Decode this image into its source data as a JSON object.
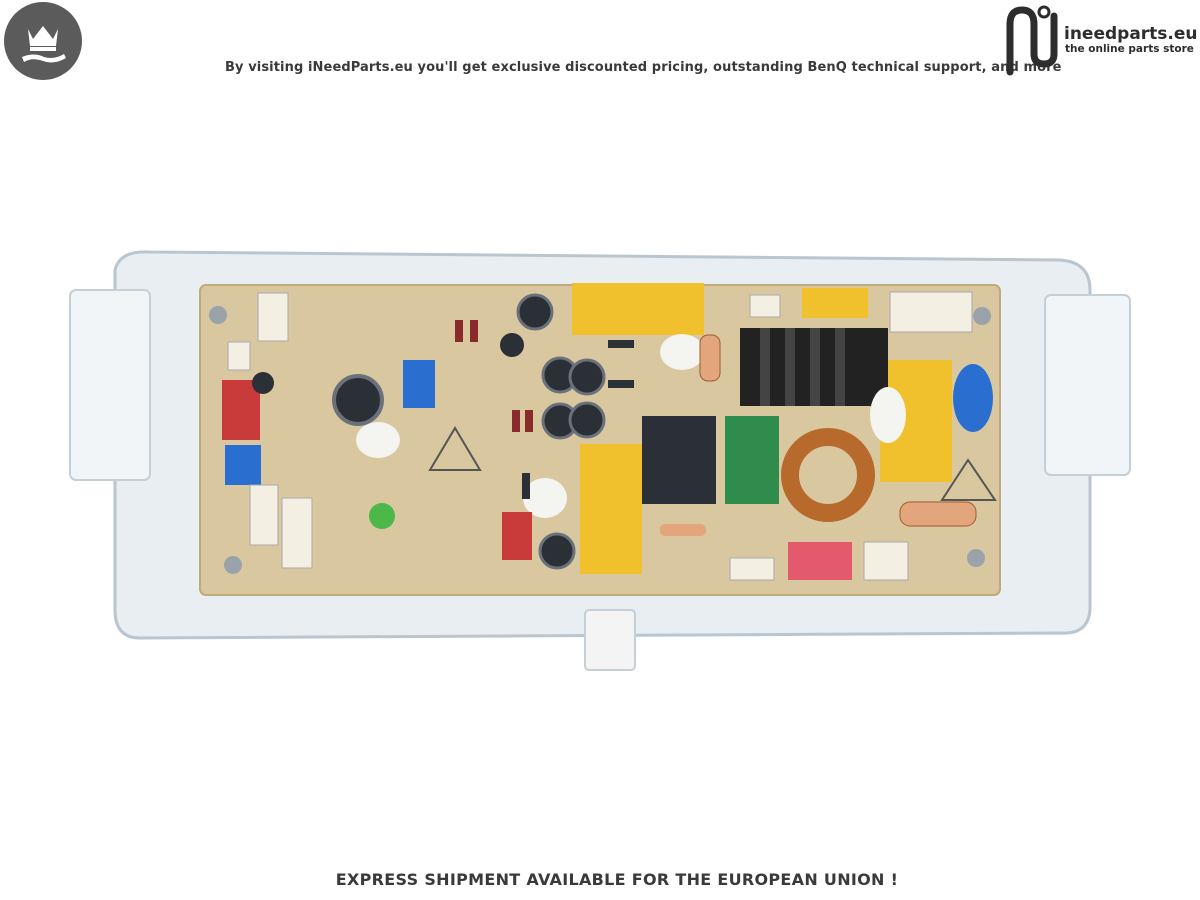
{
  "header": {
    "tagline": "By visiting iNeedParts.eu you'll get exclusive discounted pricing, outstanding BenQ technical support, and more",
    "brand_name": "ineedparts.eu",
    "brand_sub": "the online parts store",
    "badge_icon": "crown-hand-icon",
    "logo_icon": "n-circuit-logo-icon"
  },
  "footer": {
    "text": "EXPRESS SHIPMENT AVAILABLE FOR THE EUROPEAN UNION !"
  },
  "photo": {
    "subject": "printed-circuit-board",
    "colors": {
      "board": "#d9c7a0",
      "tray": "#e9eef2",
      "capacitor_yellow": "#f0c12c",
      "connector_blue": "#2a6fd0",
      "connector_red": "#c93a3a",
      "relay_green": "#2f8c4d"
    }
  }
}
